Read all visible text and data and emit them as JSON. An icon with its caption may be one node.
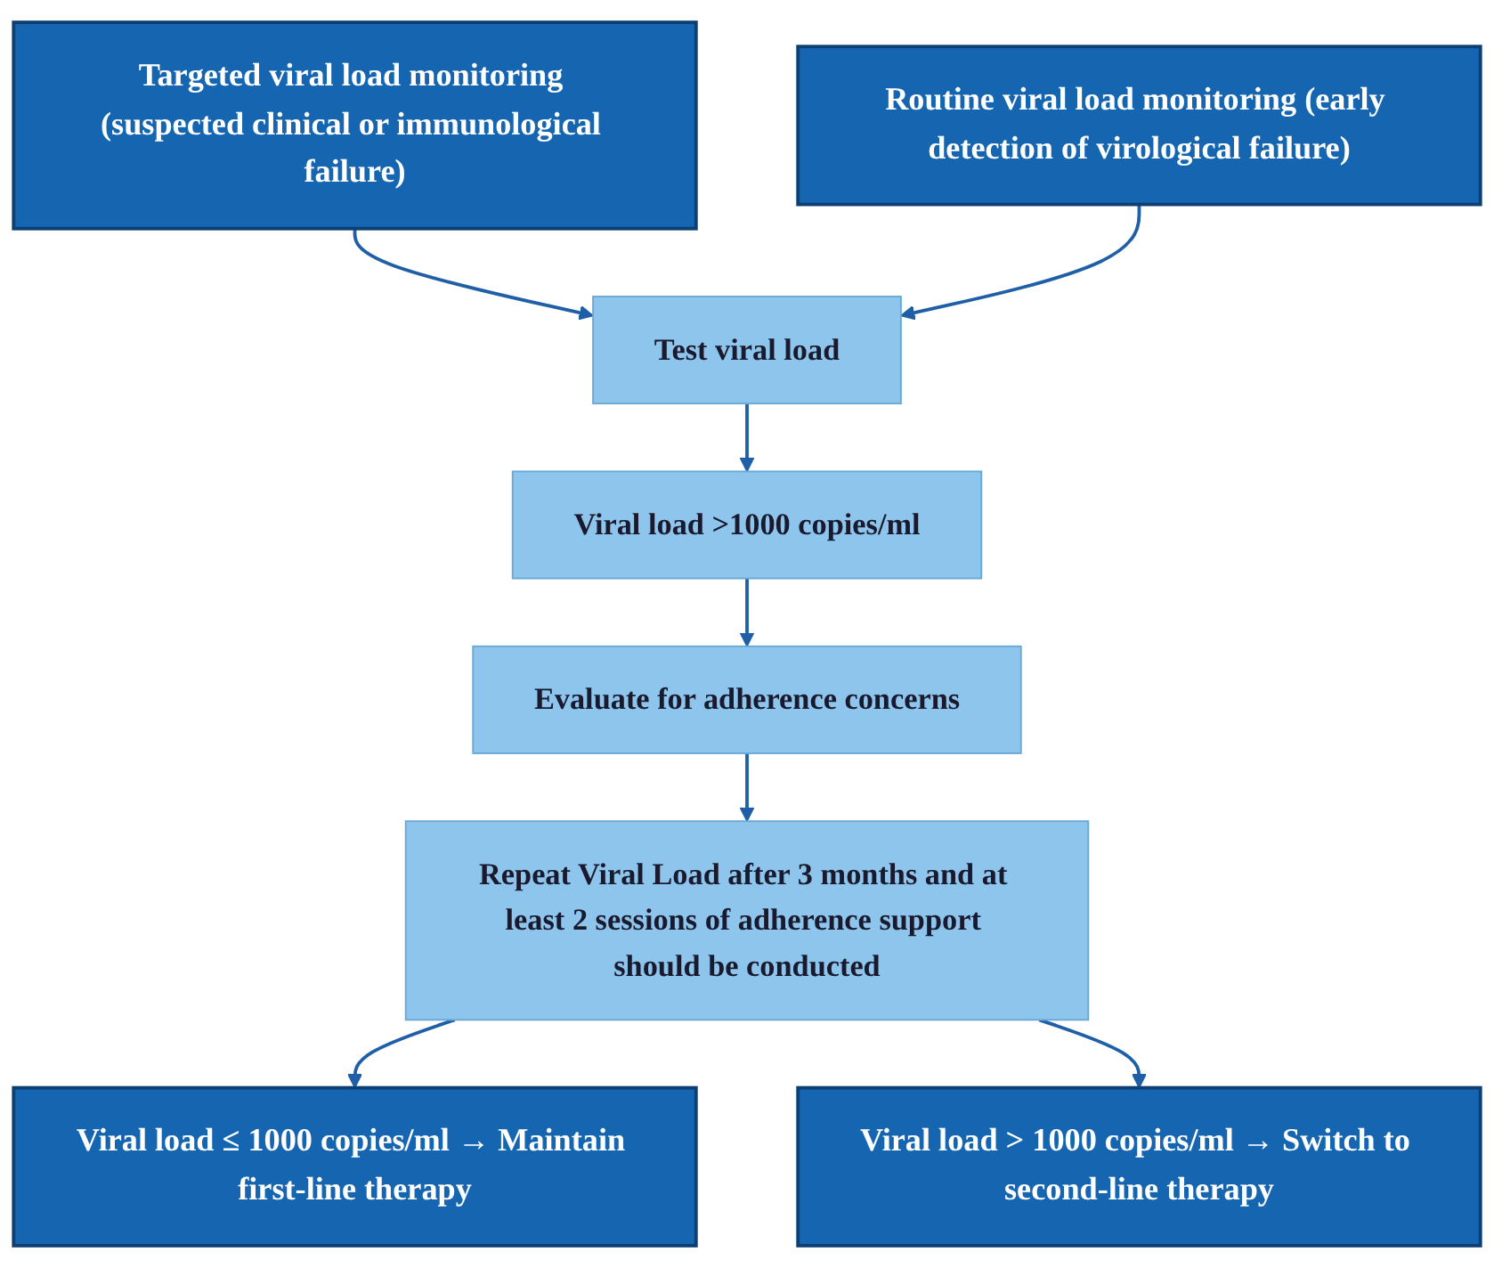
{
  "diagram": {
    "nodes": [
      {
        "text": [
          "Targeted viral load monitoring (suspected clinical or immunological failure)"
        ]
      },
      {
        "text": [
          "Routine viral load monitoring (early detection of virological failure)"
        ]
      },
      {
        "text": [
          "Test viral load"
        ]
      },
      {
        "text": [
          "Viral load >1000 copies/ml"
        ]
      },
      {
        "text": [
          "Evaluate for adherence concerns"
        ]
      },
      {
        "text": [
          "Repeat Viral Load after 3 months and at least 2 sessions of adherence support should be conducted"
        ]
      },
      {
        "text": [
          "Viral load ≤ 1000 copies/ml → Maintain first-line therapy"
        ]
      },
      {
        "text": [
          "Viral load > 1000 copies/ml → Switch to second-line therapy"
        ]
      }
    ],
    "edges": [
      {
        "from": 0,
        "to": 2,
        "arrow": "to"
      },
      {
        "from": 1,
        "to": 2,
        "arrow": "to"
      },
      {
        "from": 2,
        "to": 3,
        "arrow": "to"
      },
      {
        "from": 3,
        "to": 4,
        "arrow": "to"
      },
      {
        "from": 4,
        "to": 5,
        "arrow": "to"
      },
      {
        "from": 5,
        "to": 6,
        "arrow": "to"
      },
      {
        "from": 5,
        "to": 7,
        "arrow": "to"
      }
    ]
  }
}
